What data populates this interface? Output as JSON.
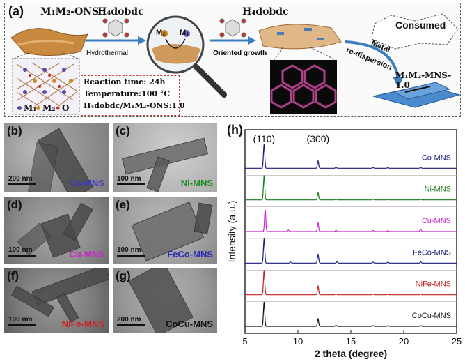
{
  "panel_a": {
    "letter": "(a)",
    "precursor": "M₁M₂-ONS",
    "reagent1": "H₄dobdc",
    "reagent2": "H₄dobdc",
    "step1": "Hydrothermal",
    "step2": "Oriented growth",
    "step3_line1": "Metal",
    "step3_line2": "re-dispersion",
    "consumed": "Consumed",
    "product": "M₁M₂-MNS-1.0",
    "lens_m1": "M₁",
    "lens_m2": "M₂",
    "legend_m1": "M₁",
    "legend_m2": "M₂",
    "legend_o": "O",
    "cond1": "Reaction time: 24h",
    "cond2": "Temperature:100 °C",
    "cond3": "H₄dobdc/M₁M₂-ONS:1.0"
  },
  "tem_panels": [
    {
      "letter": "(b)",
      "scale": "200 nm",
      "name": "Co-MNS",
      "color": "#3a3ac8"
    },
    {
      "letter": "(c)",
      "scale": "100 nm",
      "name": "Ni-MNS",
      "color": "#1e8a1e"
    },
    {
      "letter": "(d)",
      "scale": "100 nm",
      "name": "Cu-MNS",
      "color": "#d21fd2"
    },
    {
      "letter": "(e)",
      "scale": "100 nm",
      "name": "FeCo-MNS",
      "color": "#2a2ab0"
    },
    {
      "letter": "(f)",
      "scale": "100 nm",
      "name": "NiFe-MNS",
      "color": "#d22020"
    },
    {
      "letter": "(g)",
      "scale": "200 nm",
      "name": "CoCu-MNS",
      "color": "#111111"
    }
  ],
  "chart_data": {
    "type": "line",
    "letter": "(h)",
    "xlabel": "2 theta (degree)",
    "ylabel": "Intensity (a.u.)",
    "xlim": [
      5,
      25
    ],
    "xticks": [
      5,
      10,
      15,
      20,
      25
    ],
    "peak_labels": [
      {
        "text": "(110)",
        "x": 6.8
      },
      {
        "text": "(300)",
        "x": 11.9
      }
    ],
    "series": [
      {
        "name": "Co-MNS",
        "color": "#1a1a7a",
        "peaks": [
          [
            6.8,
            1.0
          ],
          [
            11.9,
            0.3
          ],
          [
            13.6,
            0.04
          ],
          [
            17.1,
            0.03
          ],
          [
            18.5,
            0.03
          ],
          [
            21.6,
            0.03
          ]
        ]
      },
      {
        "name": "Ni-MNS",
        "color": "#1a7a1a",
        "peaks": [
          [
            6.8,
            1.0
          ],
          [
            11.9,
            0.3
          ],
          [
            13.6,
            0.04
          ],
          [
            17.1,
            0.03
          ],
          [
            18.5,
            0.03
          ],
          [
            21.6,
            0.03
          ]
        ]
      },
      {
        "name": "Cu-MNS",
        "color": "#d21fd2",
        "peaks": [
          [
            6.9,
            0.9
          ],
          [
            9.1,
            0.06
          ],
          [
            11.9,
            0.35
          ],
          [
            13.6,
            0.05
          ],
          [
            17.1,
            0.04
          ],
          [
            18.5,
            0.04
          ],
          [
            21.6,
            0.1
          ]
        ]
      },
      {
        "name": "FeCo-MNS",
        "color": "#1a1a7a",
        "peaks": [
          [
            6.8,
            1.0
          ],
          [
            9.3,
            0.04
          ],
          [
            11.9,
            0.35
          ],
          [
            13.7,
            0.05
          ],
          [
            17.1,
            0.04
          ],
          [
            18.5,
            0.04
          ],
          [
            21.6,
            0.05
          ]
        ]
      },
      {
        "name": "NiFe-MNS",
        "color": "#c02020",
        "peaks": [
          [
            6.8,
            1.0
          ],
          [
            11.9,
            0.35
          ],
          [
            13.6,
            0.04
          ],
          [
            17.1,
            0.03
          ],
          [
            18.5,
            0.03
          ],
          [
            21.6,
            0.03
          ]
        ]
      },
      {
        "name": "CoCu-MNS",
        "color": "#111111",
        "peaks": [
          [
            6.8,
            1.0
          ],
          [
            11.9,
            0.3
          ],
          [
            13.6,
            0.04
          ],
          [
            17.1,
            0.03
          ],
          [
            18.5,
            0.03
          ],
          [
            21.6,
            0.03
          ]
        ]
      }
    ]
  }
}
